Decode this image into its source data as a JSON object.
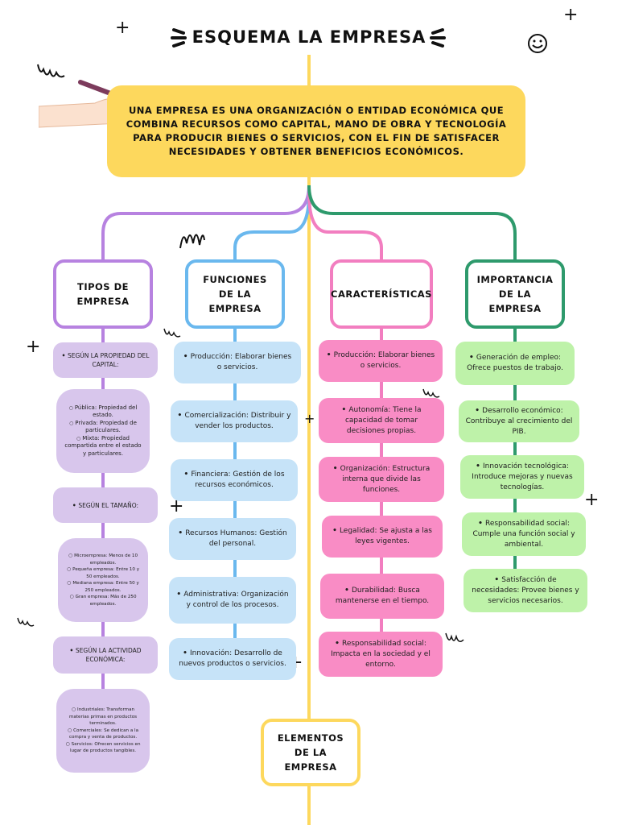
{
  "title": "ESQUEMA LA EMPRESA",
  "intro": "UNA EMPRESA ES UNA ORGANIZACIÓN O ENTIDAD ECONÓMICA QUE COMBINA RECURSOS COMO CAPITAL, MANO DE OBRA Y TECNOLOGÍA PARA PRODUCIR BIENES O SERVICIOS, CON EL FIN DE SATISFACER NECESIDADES Y OBTENER BENEFICIOS ECONÓMICOS.",
  "colors": {
    "yellow": "#fdd85d",
    "purple": "#b782e0",
    "blue": "#6ab8ee",
    "pink": "#f27ec0",
    "green": "#2e9a6c"
  },
  "tipos": {
    "header": "TIPOS DE EMPRESA",
    "groups": [
      {
        "label": "SEGÚN LA PROPIEDAD DEL CAPITAL:",
        "items": [
          "Pública: Propiedad del estado.",
          "Privada: Propiedad de particulares.",
          "Mixta: Propiedad compartida entre el estado y particulares."
        ]
      },
      {
        "label": "SEGÚN EL TAMAÑO:",
        "items": [
          "Microempresa: Menos de 10 empleados.",
          "Pequeña empresa: Entre 10 y 50 empleados.",
          "Mediana empresa: Entre 50 y 250 empleados.",
          "Gran empresa: Más de 250 empleados."
        ]
      },
      {
        "label": "SEGÚN LA ACTIVIDAD ECONÓMICA:",
        "items": [
          "Industriales: Transforman materias primas en productos terminados.",
          "Comerciales: Se dedican a la compra y venta de productos.",
          "Servicios: Ofrecen servicios en lugar de productos tangibles."
        ]
      }
    ]
  },
  "funciones": {
    "header": "FUNCIONES DE LA EMPRESA",
    "items": [
      "Producción: Elaborar bienes o servicios.",
      "Comercialización: Distribuir y vender los productos.",
      "Financiera: Gestión de los recursos económicos.",
      "Recursos Humanos: Gestión del personal.",
      "Administrativa: Organización y control de los procesos.",
      "Innovación: Desarrollo de nuevos productos o servicios."
    ]
  },
  "caracteristicas": {
    "header": "CARACTERÍSTICAS",
    "items": [
      "Producción: Elaborar bienes o servicios.",
      "Autonomía: Tiene la capacidad de tomar decisiones propias.",
      "Organización: Estructura interna que divide las funciones.",
      "Legalidad: Se ajusta a las leyes vigentes.",
      "Durabilidad: Busca mantenerse en el tiempo.",
      "Responsabilidad social: Impacta en la sociedad y el entorno."
    ]
  },
  "importancia": {
    "header": "IMPORTANCIA DE LA EMPRESA",
    "items": [
      "Generación de empleo: Ofrece puestos de trabajo.",
      "Desarrollo económico: Contribuye al crecimiento del PIB.",
      "Innovación tecnológica: Introduce mejoras y nuevas tecnologías.",
      "Responsabilidad social: Cumple una función social y ambiental.",
      "Satisfacción de necesidades: Provee bienes y servicios necesarios."
    ]
  },
  "elementos": {
    "header": "ELEMENTOS DE LA EMPRESA"
  }
}
